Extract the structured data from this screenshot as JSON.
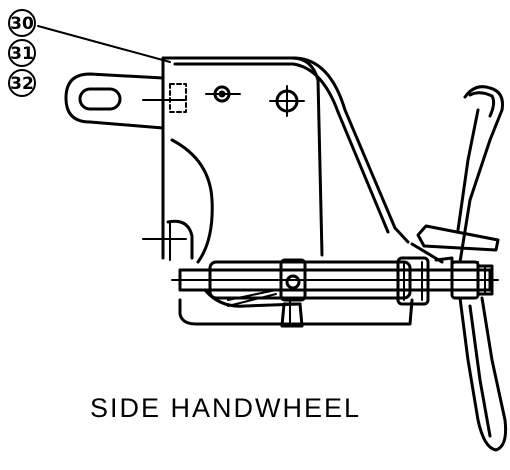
{
  "callouts": [
    {
      "label": "30"
    },
    {
      "label": "31"
    },
    {
      "label": "32"
    }
  ],
  "caption": "SIDE HANDWHEEL"
}
